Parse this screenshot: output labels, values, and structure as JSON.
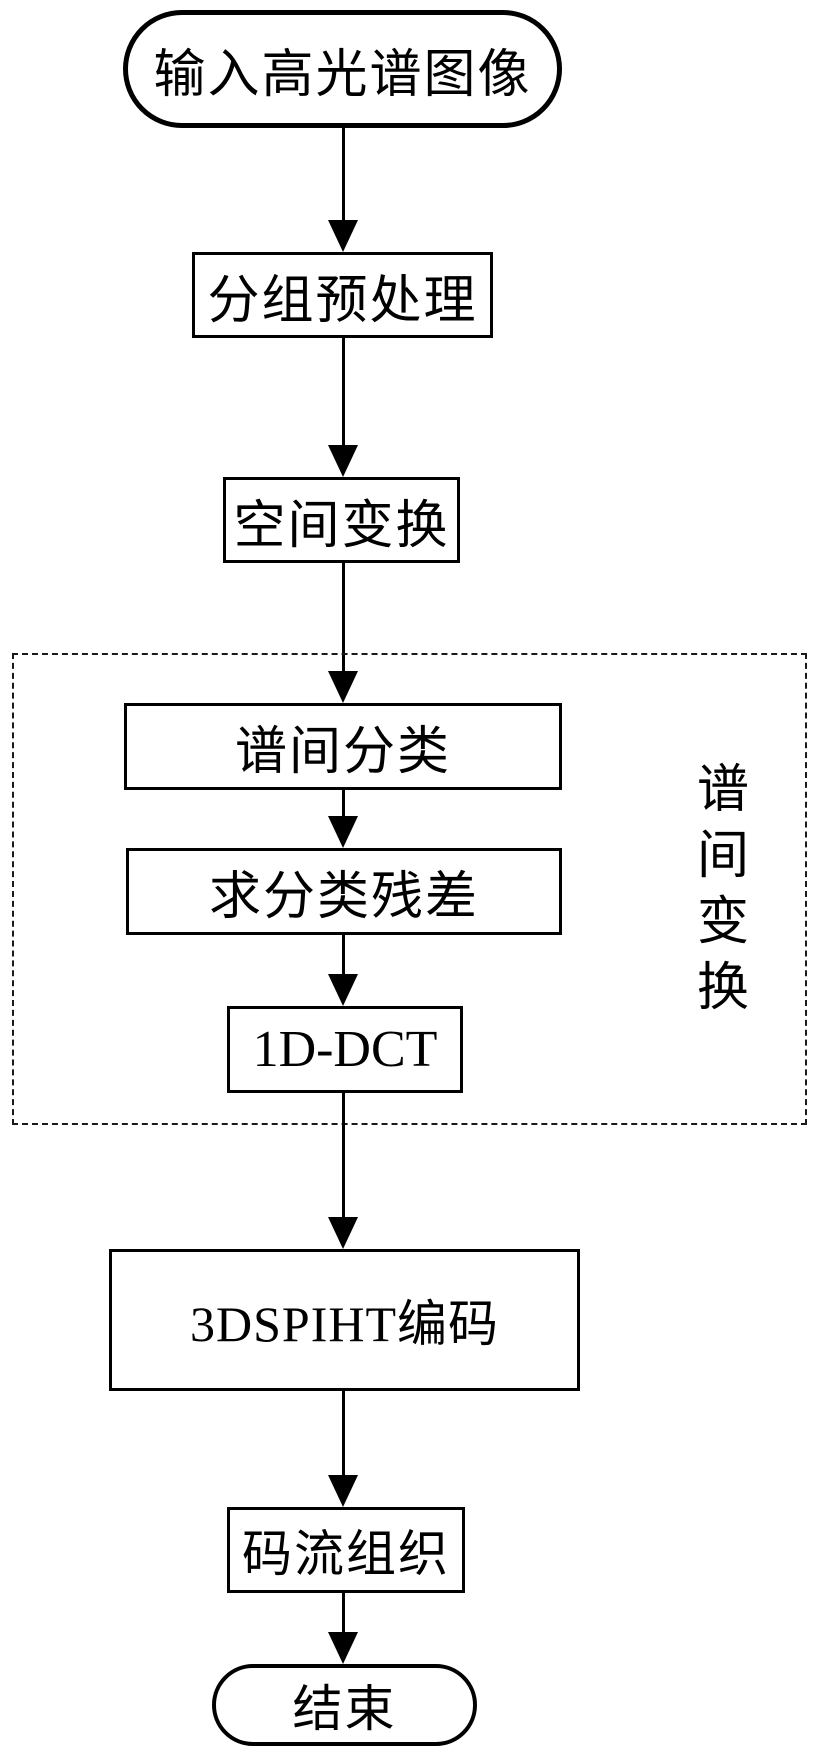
{
  "diagram": {
    "type": "flowchart",
    "colors": {
      "stroke": "#000000",
      "background": "#ffffff",
      "text": "#000000"
    },
    "nodes": [
      {
        "id": "start",
        "shape": "terminator",
        "label": "输入高光谱图像"
      },
      {
        "id": "preprocess",
        "shape": "process",
        "label": "分组预处理"
      },
      {
        "id": "spatial",
        "shape": "process",
        "label": "空间变换"
      },
      {
        "id": "classify",
        "shape": "process",
        "label": "谱间分类"
      },
      {
        "id": "residual",
        "shape": "process",
        "label": "求分类残差"
      },
      {
        "id": "dct",
        "shape": "process",
        "label": "1D-DCT"
      },
      {
        "id": "spiht",
        "shape": "process",
        "label": "3DSPIHT编码"
      },
      {
        "id": "bitstream",
        "shape": "process",
        "label": "码流组织"
      },
      {
        "id": "end",
        "shape": "terminator",
        "label": "结束"
      }
    ],
    "group": {
      "label": "谱间变换",
      "style": "dashed",
      "contains": [
        "classify",
        "residual",
        "dct"
      ]
    },
    "edges": [
      {
        "from": "start",
        "to": "preprocess"
      },
      {
        "from": "preprocess",
        "to": "spatial"
      },
      {
        "from": "spatial",
        "to": "classify"
      },
      {
        "from": "classify",
        "to": "residual"
      },
      {
        "from": "residual",
        "to": "dct"
      },
      {
        "from": "dct",
        "to": "spiht"
      },
      {
        "from": "spiht",
        "to": "bitstream"
      },
      {
        "from": "bitstream",
        "to": "end"
      }
    ]
  }
}
